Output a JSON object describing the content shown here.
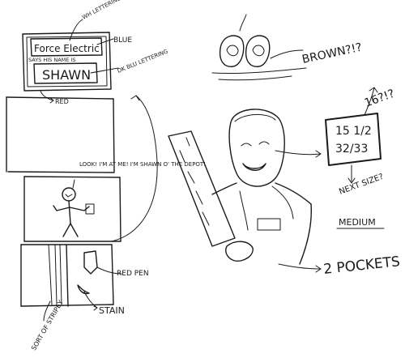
{
  "badge": {
    "name_line": "Force Electric",
    "title_line": "SAYS HIS NAME IS",
    "name": "SHAWN",
    "note_top": "WH LETTERING",
    "note_blue": "BLUE",
    "note_lettering": "DK BLU LETTERING",
    "note_red": "RED"
  },
  "shoes": {
    "note": "BROWN?!?"
  },
  "panel": {
    "speech": "LOOK! I'M AT ME! I'M SHAWN O' THE DEPOT!"
  },
  "pants": {
    "note_red_pen": "RED PEN",
    "note_stain": "STAIN",
    "note_stripey": "SORT OF STRIPEY"
  },
  "size": {
    "neck": "15 1/2",
    "sleeve": "32/33",
    "question": "16?!?",
    "next_size": "NEXT SIZE?",
    "fit": "MEDIUM"
  },
  "pockets": {
    "note": "2 POCKETS"
  }
}
